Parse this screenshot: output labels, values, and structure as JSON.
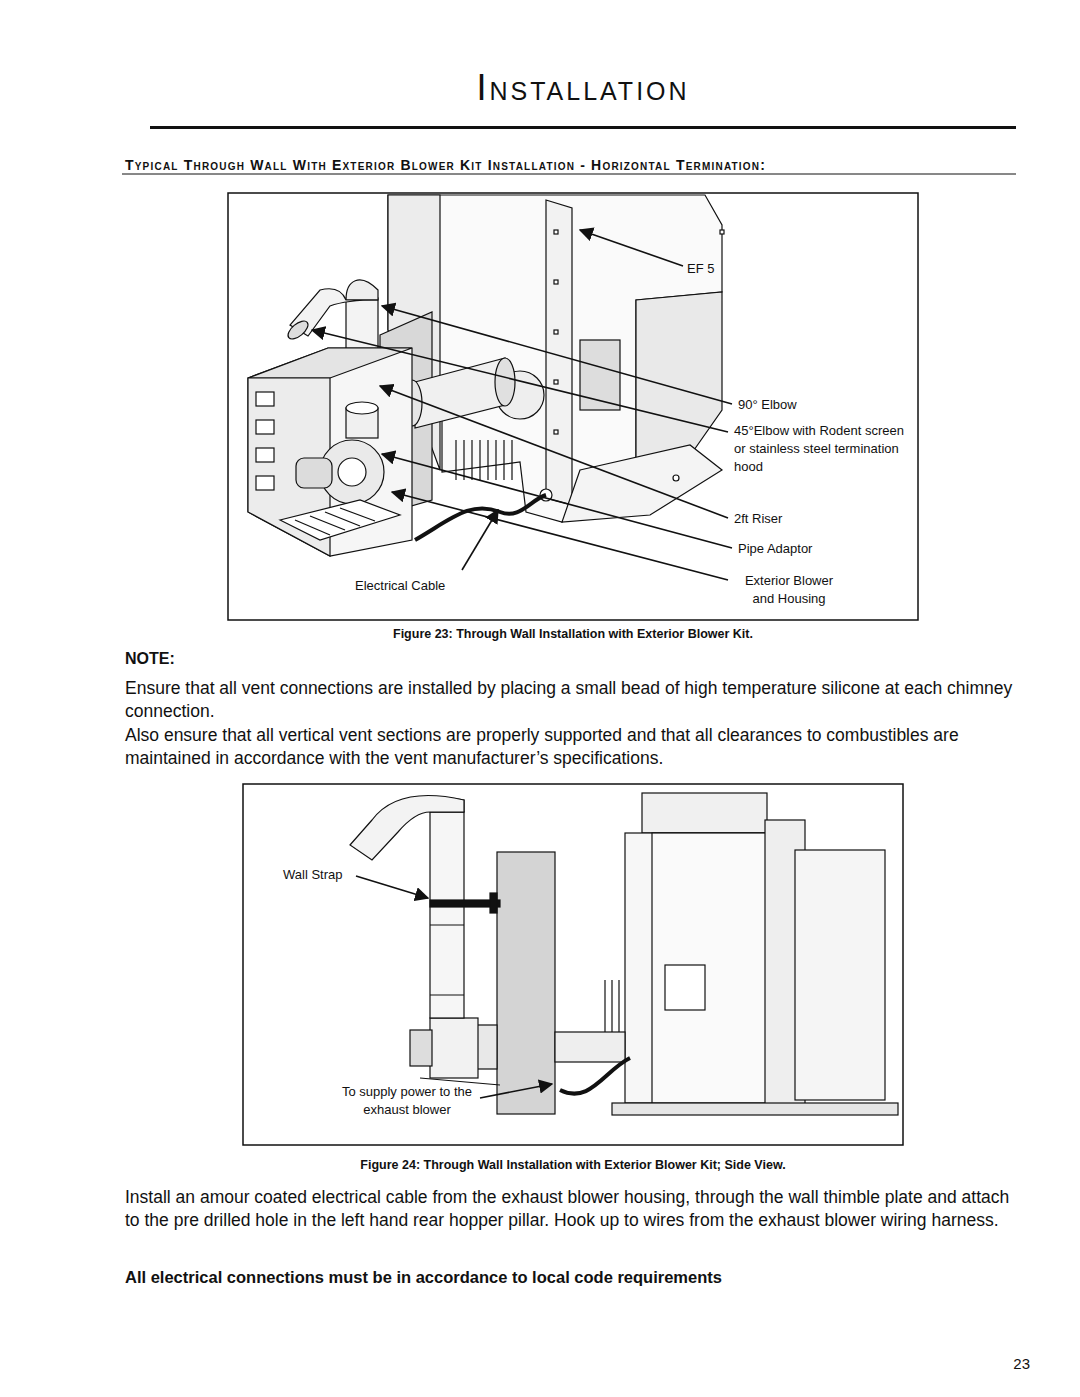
{
  "diagram": {
    "title": "Installation",
    "labels": [
      "Typical Through Wall With Exterior Blower Kit Installation - Horizontal Termination:",
      "EF 5",
      "90° Elbow",
      "45°Elbow with Rodent screen or stainless steel termination hood",
      "2ft Riser",
      "Pipe Adaptor",
      "Electrical Cable",
      "Exterior Blower and Housing",
      "Figure 23: Through Wall Installation with Exterior Blower Kit.",
      "NOTE:",
      "Ensure that all vent connections are installed by placing a small bead of high temperature silicone at each chimney connection.",
      "Also ensure that all vertical vent sections are properly supported and that all clearances to combustibles are maintained in accordance with the vent manufacturer’s specifications.",
      "Wall Strap",
      "To supply power to the exhaust blower",
      "Figure 24: Through Wall Installation with Exterior Blower Kit; Side View.",
      "Install an amour coated electrical cable from the exhaust blower housing, through the wall thimble plate and attach to the pre drilled hole in the left hand rear hopper pillar. Hook up to wires from the exhaust blower wiring harness.",
      "All electrical connections must be in accordance to local code requirements",
      "23"
    ]
  }
}
